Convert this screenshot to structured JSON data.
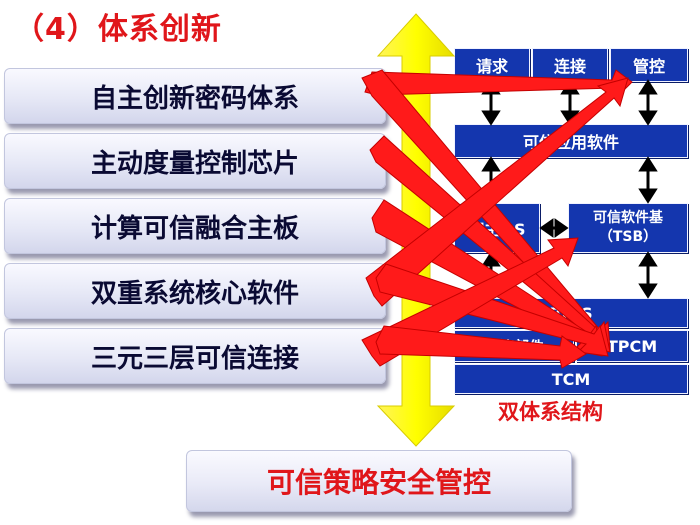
{
  "title": "（4）体系创新",
  "features": [
    "自主创新密码体系",
    "主动度量控制芯片",
    "计算可信融合主板",
    "双重系统核心软件",
    "三元三层可信连接"
  ],
  "bottom_label": "可信策略安全管控",
  "architecture": {
    "top_row": [
      "请求",
      "连接",
      "管控"
    ],
    "trusted_app": "可信应用软件",
    "host_os": "宿主OS",
    "tsb": "可信软件基\n（TSB）",
    "bios": "BIOS",
    "compute": "计算部件",
    "tpcm": "TPCM",
    "tcm": "TCM",
    "caption": "双体系结构"
  },
  "colors": {
    "title_red": "#e0161a",
    "box_blue": "#1436ae",
    "arrow_yellow": "#ffff00",
    "arrow_red": "#ff1a1a"
  }
}
